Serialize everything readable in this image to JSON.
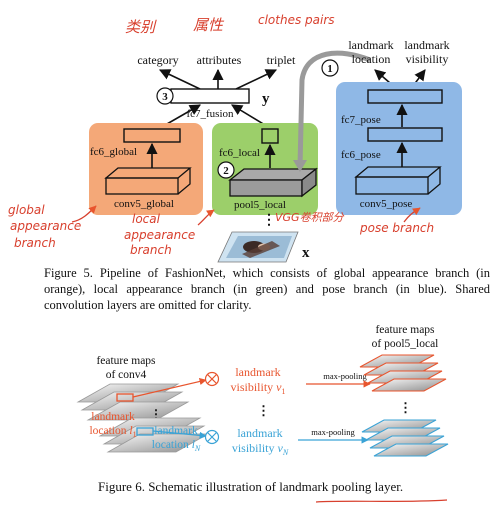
{
  "fig5": {
    "outputs": {
      "category": "category",
      "attributes": "attributes",
      "triplet": "triplet"
    },
    "handwritten": {
      "category": "类别",
      "attributes": "属性",
      "clothes_pairs": "clothes pairs",
      "global_branch": "global appearance branch",
      "local_branch": "local appearance branch",
      "pose_branch": "pose branch",
      "vgg": "VGG卷积部分"
    },
    "landmark_outputs": {
      "location": "landmark location",
      "visibility": "landmark visibility"
    },
    "y_label": "y",
    "x_label": "x",
    "fc7_fusion": "fc7_fusion",
    "fc6_global": "fc6_global",
    "conv5_global": "conv5_global",
    "fc6_local": "fc6_local",
    "pool5_local": "pool5_local",
    "fc7_pose": "fc7_pose",
    "fc6_pose": "fc6_pose",
    "conv5_pose": "conv5_pose",
    "step1": "1",
    "step2": "2",
    "step3": "3",
    "colors": {
      "global": "#f4a878",
      "local": "#9ccf6a",
      "pose": "#8fb8e6",
      "ink": "#d8402e"
    },
    "caption": "Figure 5. Pipeline of FashionNet, which consists of global appearance branch (in orange), local appearance branch (in green) and pose branch (in blue). Shared convolution layers are omitted for clarity."
  },
  "fig6": {
    "feature_maps_conv4": "feature maps of conv4",
    "feature_maps_pool5": "feature maps of pool5_local",
    "landmark_location_1": "landmark location l1",
    "landmark_location_N": "landmark location lN",
    "landmark_visibility_1": "landmark visibility v1",
    "landmark_visibility_N": "landmark visibility vN",
    "max_pooling_1": "max-pooling",
    "max_pooling_2": "max-pooling",
    "colors": {
      "orange": "#e8552e",
      "blue": "#3aa3d6"
    },
    "caption_prefix": "Figure 6. Schematic illustration of ",
    "caption_underlined": "landmark pooling layer",
    "caption_suffix": "."
  }
}
